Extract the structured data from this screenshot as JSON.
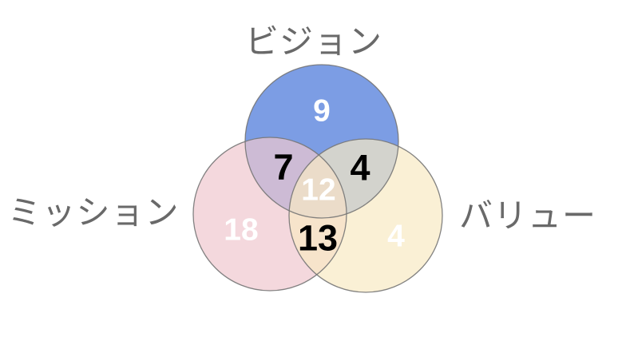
{
  "venn": {
    "set_labels": [
      {
        "id": "vision",
        "label": "ビジョン"
      },
      {
        "id": "mission",
        "label": "ミッション"
      },
      {
        "id": "value",
        "label": "バリュー"
      }
    ],
    "region_values": {
      "vision_only": "9",
      "mission_only": "18",
      "value_only": "4",
      "vision_mission": "7",
      "vision_value": "4",
      "mission_value": "13",
      "all_three": "12"
    },
    "colors": {
      "vision_fill": "#4574D8",
      "mission_fill": "#EFC7CE",
      "value_fill": "#F8EAC3",
      "fill_opacity": "0.7",
      "outline": "#757575",
      "label_text": "#696969",
      "count_light": "#FFFFFF",
      "count_dark": "#000000",
      "background": "#FFFFFF"
    }
  },
  "chart_data": {
    "type": "venn",
    "title": "",
    "sets": [
      "ビジョン",
      "ミッション",
      "バリュー"
    ],
    "regions": {
      "vision_only": 9,
      "mission_only": 18,
      "value_only": 4,
      "vision_and_mission": 7,
      "vision_and_value": 4,
      "mission_and_value": 13,
      "vision_and_mission_and_value": 12
    },
    "legend_position": "labels-around-circles",
    "grid": false
  }
}
